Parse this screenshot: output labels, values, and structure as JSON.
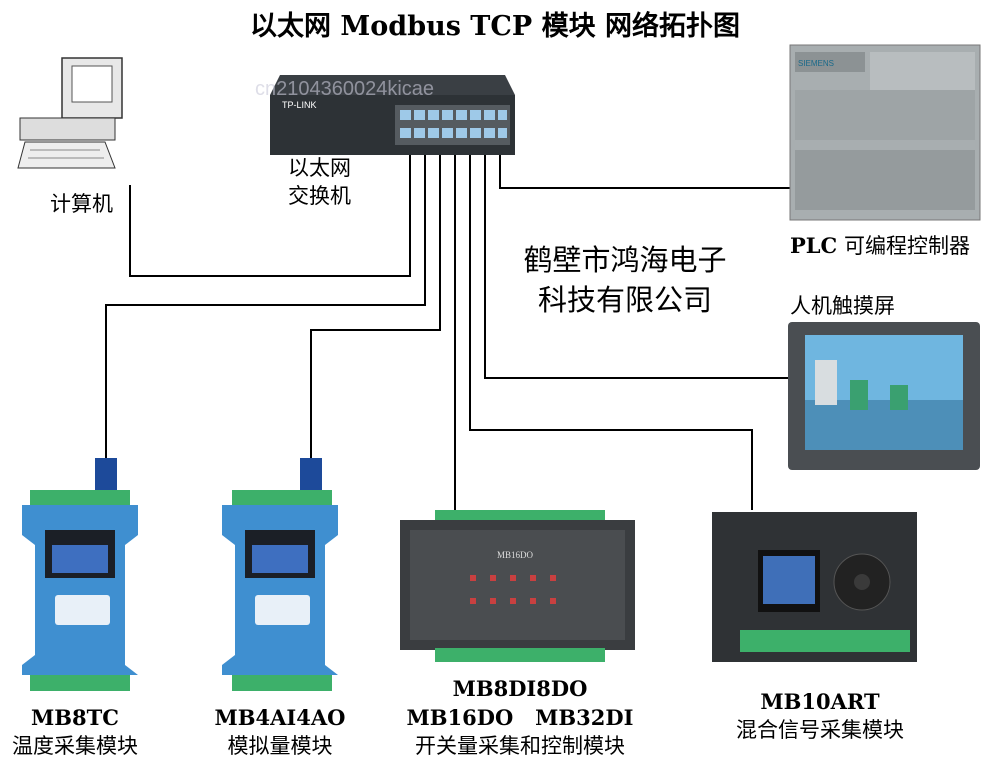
{
  "title": "以太网 Modbus TCP 模块  网络拓扑图",
  "watermark": "cn2104360024kicae",
  "nodes": {
    "computer": {
      "label": "计算机"
    },
    "switch": {
      "label_line1": "以太网",
      "label_line2": "交换机",
      "brand": "TP-LINK"
    },
    "plc": {
      "model": "PLC",
      "label": "可编程控制器",
      "brand": "SIEMENS"
    },
    "hmi": {
      "label": "人机触摸屏"
    },
    "company": {
      "line1": "鹤壁市鸿海电子",
      "line2": "科技有限公司"
    },
    "mb8tc": {
      "model": "MB8TC",
      "label": "温度采集模块"
    },
    "mb4ai4ao": {
      "model": "MB4AI4AO",
      "label": "模拟量模块"
    },
    "mb16do": {
      "model_line1": "MB8DI8DO",
      "model_line2": "MB16DO   MB32DI",
      "label": "开关量采集和控制模块",
      "screen_text": "MB16DO"
    },
    "mb10art": {
      "model": "MB10ART",
      "label": "混合信号采集模块"
    }
  },
  "colors": {
    "module_blue": "#3f8fd0",
    "terminal_green": "#3db06a",
    "device_gray": "#9aa0a2",
    "line": "#000000"
  }
}
